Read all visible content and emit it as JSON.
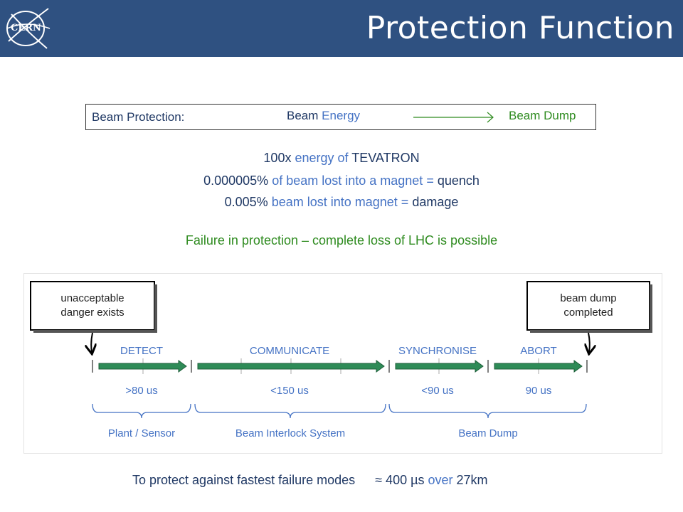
{
  "header": {
    "title": "Protection Function",
    "logo_text": "CERN",
    "background": "#2f5181"
  },
  "beam_protection": {
    "label": "Beam Protection:",
    "energy_word1": "Beam",
    "energy_word2": "Energy",
    "dump": "Beam Dump"
  },
  "facts": {
    "line1_a": "100x",
    "line1_b": "energy of",
    "line1_c": "TEVATRON",
    "line2_a": "0.000005%",
    "line2_b": "of beam lost into a magnet =",
    "line2_c": "quench",
    "line3_a": "0.005%",
    "line3_b": "beam lost into magnet =",
    "line3_c": "damage",
    "failure": "Failure in protection – complete loss of LHC is possible"
  },
  "diagram": {
    "start_box": [
      "unacceptable",
      "danger exists"
    ],
    "end_box": [
      "beam dump",
      "completed"
    ],
    "stages": [
      {
        "name": "DETECT",
        "time": ">80 us"
      },
      {
        "name": "COMMUNICATE",
        "time": "<150 us"
      },
      {
        "name": "SYNCHRONISE",
        "time": "<90 us"
      },
      {
        "name": "ABORT",
        "time": "90 us"
      }
    ],
    "groups": [
      "Plant / Sensor",
      "Beam Interlock System",
      "Beam Dump"
    ],
    "colors": {
      "arrow": "#2e8b57",
      "text": "#4472c4"
    }
  },
  "footer": {
    "part1": "To protect against fastest failure modes",
    "approx": "≈ 400 µs",
    "over": "over",
    "distance": "27km"
  }
}
